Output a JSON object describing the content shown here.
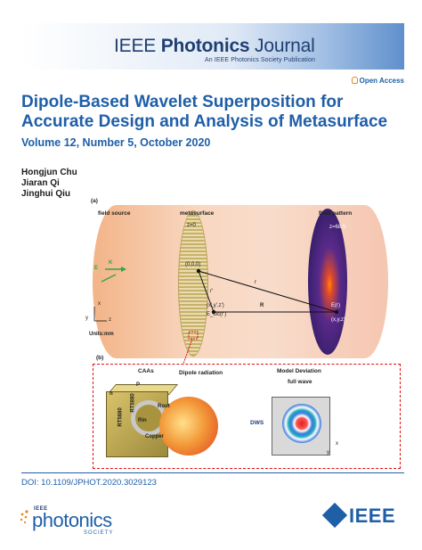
{
  "banner": {
    "prefix": "IEEE ",
    "bold": "Photonics",
    "suffix": " Journal",
    "subtitle": "An IEEE Photonics Society Publication"
  },
  "open_access": "Open Access",
  "title": "Dipole-Based Wavelet Superposition for Accurate Design and Analysis of Metasurface",
  "volume": "Volume 12, Number 5, October 2020",
  "authors": [
    "Hongjun Chu",
    "Jiaran Qi",
    "Jinghui Qiu"
  ],
  "figure": {
    "a": "(a)",
    "b": "(b)",
    "field_source": "field source",
    "metasurface": "metasurface",
    "field_pattern": "field pattern",
    "z0": "z=0",
    "zd": "z=68.5",
    "origin": "(0,0,0)",
    "r": "r",
    "r_prime": "r'",
    "R": "R",
    "src_point": "(x',y',z')",
    "e_loc": "E_loc(r')",
    "E_r": "E(r)",
    "obs_point": "(x,y,z)",
    "E": "E",
    "K": "K",
    "units": "Units:mm",
    "caas": "CAAs",
    "dipole": "Dipole radiation",
    "model_dev": "Model Deviation",
    "full_wave": "full wave",
    "dws": "DWS",
    "p": "P",
    "h": "h",
    "rt1": "RT5880",
    "rt2": "RT5880",
    "rout": "Rout",
    "rin": "Rin",
    "copper": "Copper",
    "ax_x": "x",
    "ax_y": "y",
    "ax_z": "z"
  },
  "doi": "DOI: 10.1109/JPHOT.2020.3029123",
  "footer": {
    "photonics_ieee": "IEEE",
    "photonics_word": "photonics",
    "photonics_society": "SOCIETY",
    "ieee": "IEEE"
  },
  "colors": {
    "brand_blue": "#1f5fa8",
    "dark_blue": "#1f3f72",
    "accent_orange": "#e8861a",
    "dashed_red": "#dd1111"
  }
}
